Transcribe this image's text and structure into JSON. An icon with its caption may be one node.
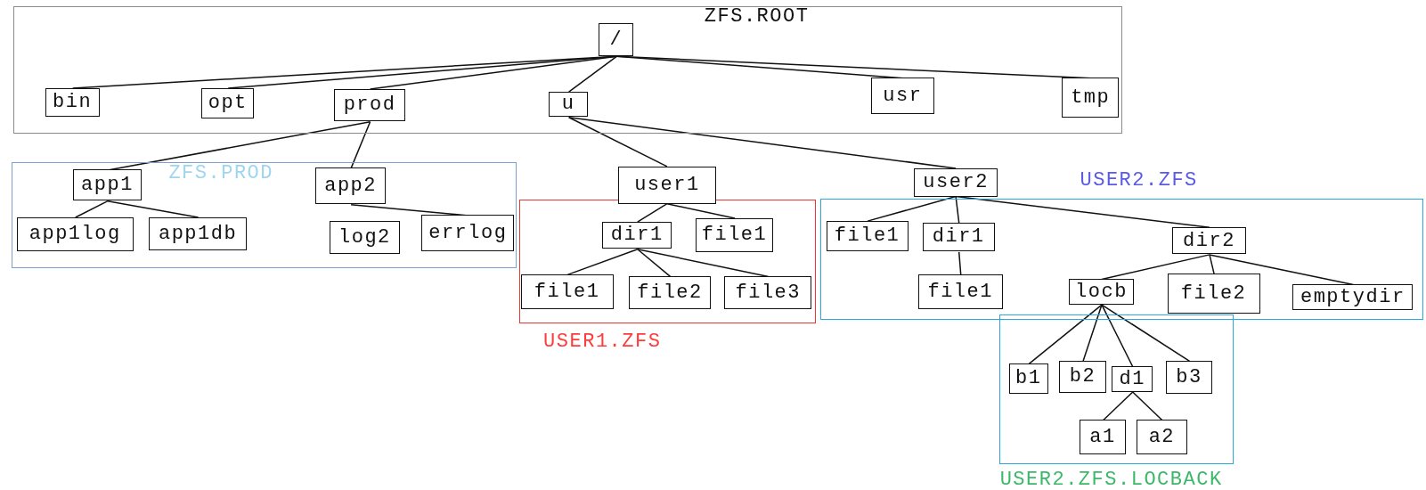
{
  "diagram": {
    "nodes": [
      {
        "text": [
          "ZFS.ROOT"
        ]
      },
      {
        "text": [
          "/"
        ],
        "in": 0
      },
      {
        "text": [
          "bin"
        ],
        "in": 0
      },
      {
        "text": [
          "opt"
        ],
        "in": 0
      },
      {
        "text": [
          "prod"
        ],
        "in": 0
      },
      {
        "text": [
          "u"
        ],
        "in": 0
      },
      {
        "text": [
          "usr"
        ],
        "in": 0
      },
      {
        "text": [
          "tmp"
        ],
        "in": 0
      },
      {
        "text": [
          "ZFS.PROD"
        ]
      },
      {
        "text": [
          "app1"
        ],
        "in": 8
      },
      {
        "text": [
          "app2"
        ],
        "in": 8
      },
      {
        "text": [
          "app1log"
        ],
        "in": 8
      },
      {
        "text": [
          "app1db"
        ],
        "in": 8
      },
      {
        "text": [
          "log2"
        ],
        "in": 8
      },
      {
        "text": [
          "errlog"
        ],
        "in": 8
      },
      {
        "text": [
          "user1"
        ]
      },
      {
        "text": [
          "USER1.ZFS"
        ]
      },
      {
        "text": [
          "dir1"
        ],
        "in": 16
      },
      {
        "text": [
          "file1"
        ],
        "in": 16
      },
      {
        "text": [
          "file1"
        ],
        "in": 16
      },
      {
        "text": [
          "file2"
        ],
        "in": 16
      },
      {
        "text": [
          "file3"
        ],
        "in": 16
      },
      {
        "text": [
          "user2"
        ]
      },
      {
        "text": [
          "USER2.ZFS"
        ]
      },
      {
        "text": [
          "file1"
        ],
        "in": 23
      },
      {
        "text": [
          "dir1"
        ],
        "in": 23
      },
      {
        "text": [
          "dir2"
        ],
        "in": 23
      },
      {
        "text": [
          "file1"
        ],
        "in": 23
      },
      {
        "text": [
          "locb"
        ],
        "in": 23
      },
      {
        "text": [
          "file2"
        ],
        "in": 23
      },
      {
        "text": [
          "emptydir"
        ],
        "in": 23
      },
      {
        "text": [
          "USER2.ZFS.LOCBACK"
        ]
      },
      {
        "text": [
          "b1"
        ],
        "in": 31
      },
      {
        "text": [
          "b2"
        ],
        "in": 31
      },
      {
        "text": [
          "d1"
        ],
        "in": 31
      },
      {
        "text": [
          "b3"
        ],
        "in": 31
      },
      {
        "text": [
          "a1"
        ],
        "in": 31
      },
      {
        "text": [
          "a2"
        ],
        "in": 31
      }
    ],
    "edges": [
      {
        "from": 1,
        "to": 2,
        "arrow": "none"
      },
      {
        "from": 1,
        "to": 3,
        "arrow": "none"
      },
      {
        "from": 1,
        "to": 4,
        "arrow": "none"
      },
      {
        "from": 1,
        "to": 5,
        "arrow": "none"
      },
      {
        "from": 1,
        "to": 6,
        "arrow": "none"
      },
      {
        "from": 1,
        "to": 7,
        "arrow": "none"
      },
      {
        "from": 4,
        "to": 9,
        "arrow": "none"
      },
      {
        "from": 4,
        "to": 10,
        "arrow": "none"
      },
      {
        "from": 9,
        "to": 11,
        "arrow": "none"
      },
      {
        "from": 9,
        "to": 12,
        "arrow": "none"
      },
      {
        "from": 10,
        "to": 14,
        "arrow": "none"
      },
      {
        "from": 5,
        "to": 15,
        "arrow": "none"
      },
      {
        "from": 5,
        "to": 22,
        "arrow": "none"
      },
      {
        "from": 15,
        "to": 17,
        "arrow": "none"
      },
      {
        "from": 15,
        "to": 18,
        "arrow": "none"
      },
      {
        "from": 17,
        "to": 19,
        "arrow": "none"
      },
      {
        "from": 17,
        "to": 20,
        "arrow": "none"
      },
      {
        "from": 17,
        "to": 21,
        "arrow": "none"
      },
      {
        "from": 22,
        "to": 24,
        "arrow": "none"
      },
      {
        "from": 22,
        "to": 25,
        "arrow": "none"
      },
      {
        "from": 22,
        "to": 26,
        "arrow": "none"
      },
      {
        "from": 25,
        "to": 27,
        "arrow": "none"
      },
      {
        "from": 26,
        "to": 28,
        "arrow": "none"
      },
      {
        "from": 26,
        "to": 29,
        "arrow": "none"
      },
      {
        "from": 26,
        "to": 30,
        "arrow": "none"
      },
      {
        "from": 28,
        "to": 32,
        "arrow": "none"
      },
      {
        "from": 28,
        "to": 33,
        "arrow": "none"
      },
      {
        "from": 28,
        "to": 34,
        "arrow": "none"
      },
      {
        "from": 28,
        "to": 35,
        "arrow": "none"
      },
      {
        "from": 34,
        "to": 36,
        "arrow": "none"
      },
      {
        "from": 34,
        "to": 37,
        "arrow": "none"
      }
    ]
  }
}
